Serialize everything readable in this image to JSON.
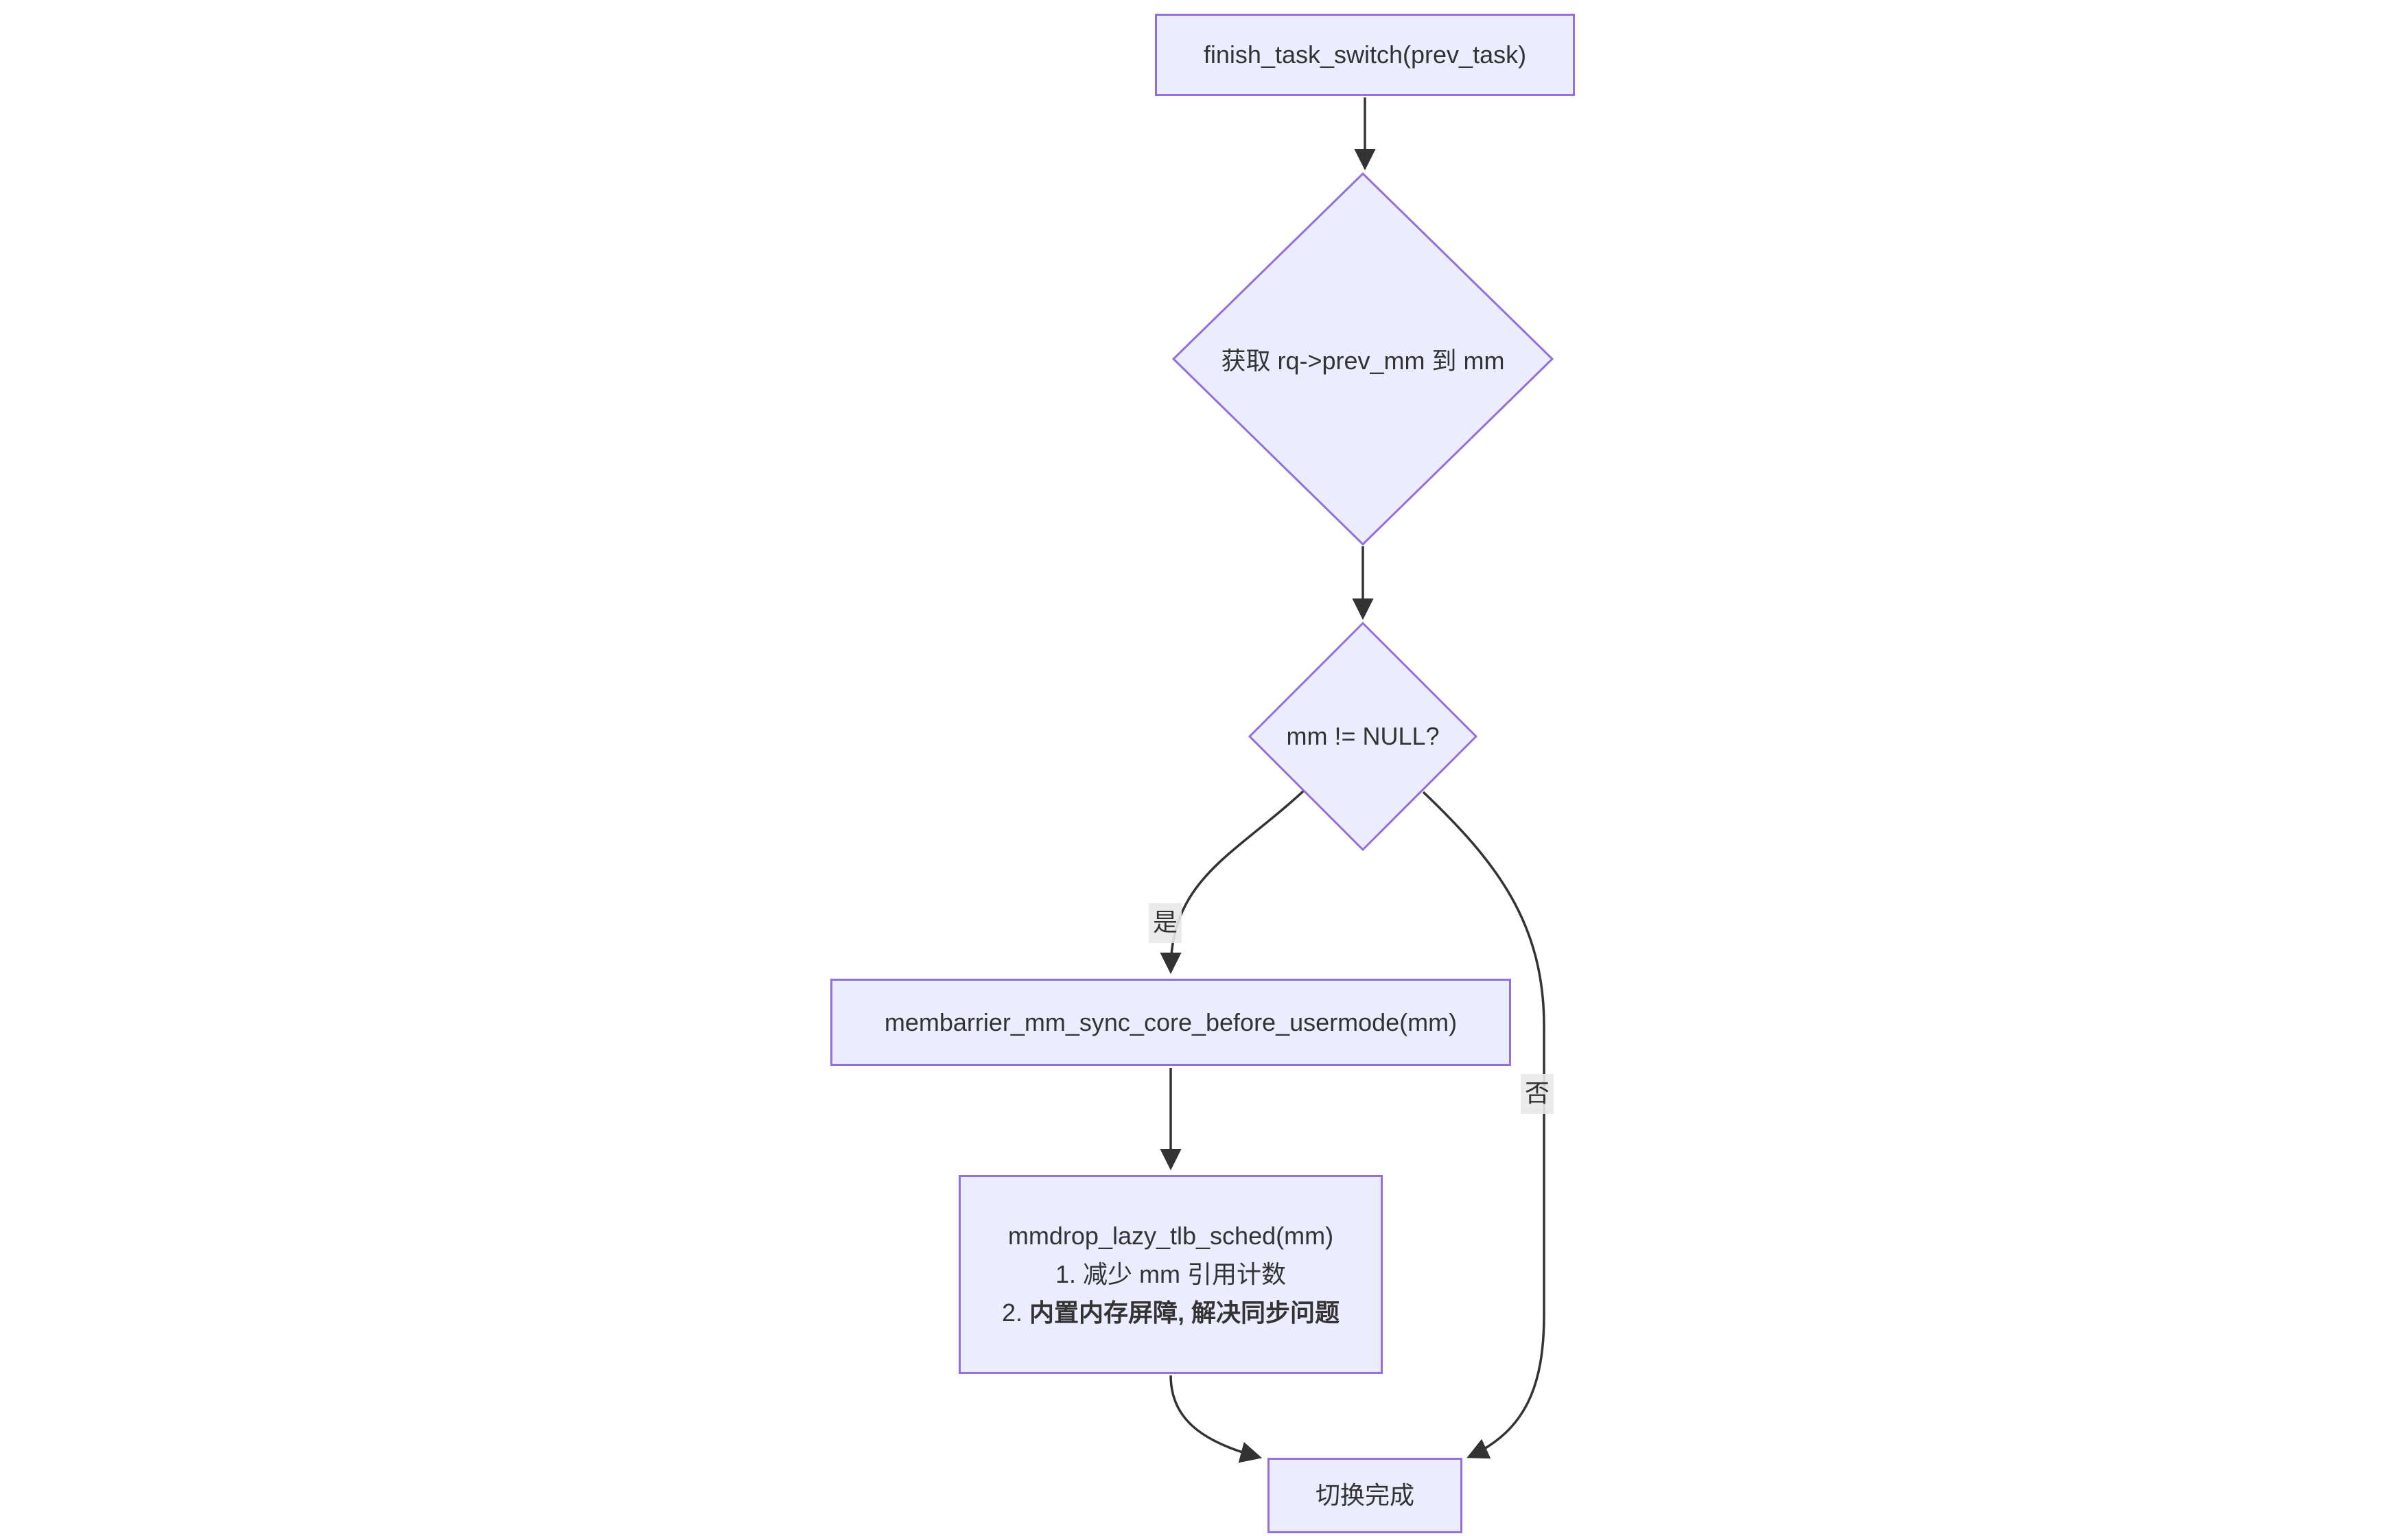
{
  "diagram": {
    "kind": "flowchart",
    "direction": "top-down",
    "background": "#FFFFFF"
  },
  "colors": {
    "node_fill": "#ECECFF",
    "node_border": "#9370DB",
    "edge_line": "#333333",
    "text": "#333333",
    "edge_label_bg": "#E8E8E8"
  },
  "nodes": {
    "start": {
      "shape": "rect",
      "label": "finish_task_switch(prev_task)"
    },
    "get_mm": {
      "shape": "diamond",
      "label": "获取 rq->prev_mm 到 mm"
    },
    "check_null": {
      "shape": "diamond",
      "label": "mm != NULL?"
    },
    "membarrier": {
      "shape": "rect",
      "label": "membarrier_mm_sync_core_before_usermode(mm)"
    },
    "mmdrop": {
      "shape": "rect",
      "title": "mmdrop_lazy_tlb_sched(mm)",
      "item1": "1. 减少 mm 引用计数",
      "item2_prefix": "2.",
      "item2_text": "内置内存屏障, 解决同步问题"
    },
    "done": {
      "shape": "rect",
      "label": "切换完成"
    }
  },
  "edges": {
    "yes_label": "是",
    "no_label": "否"
  }
}
